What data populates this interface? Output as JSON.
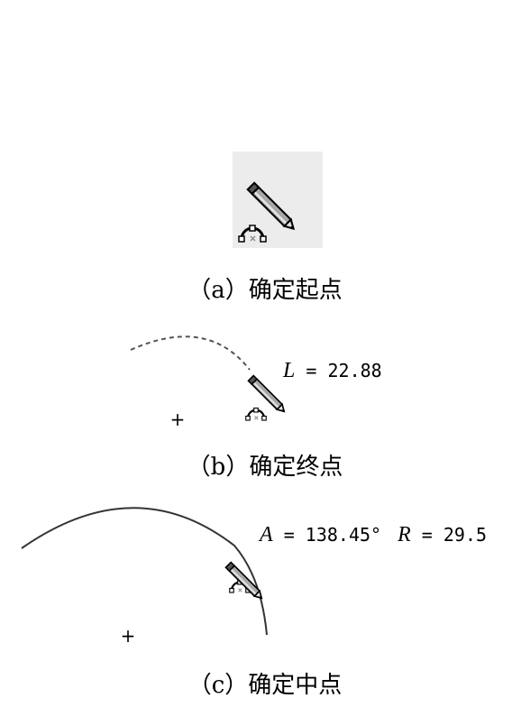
{
  "panels": [
    {
      "caption": "（a）确定起点",
      "readout": []
    },
    {
      "caption": "（b）确定终点",
      "readout": [
        {
          "var": "L",
          "value": " = 22.88"
        }
      ]
    },
    {
      "caption": "（c）确定中点",
      "readout": [
        {
          "var": "A",
          "value": " = 138.45°"
        },
        {
          "var": "R",
          "value": " = 29.5"
        }
      ]
    }
  ],
  "center_mark": "+",
  "icons": [
    "pencil-arc-cursor-icon"
  ],
  "colors": {
    "ink": "#000000",
    "pencil_body": "#9a9a9a",
    "pencil_light": "#e6e6e6",
    "cursor_bg": "#ececec"
  }
}
